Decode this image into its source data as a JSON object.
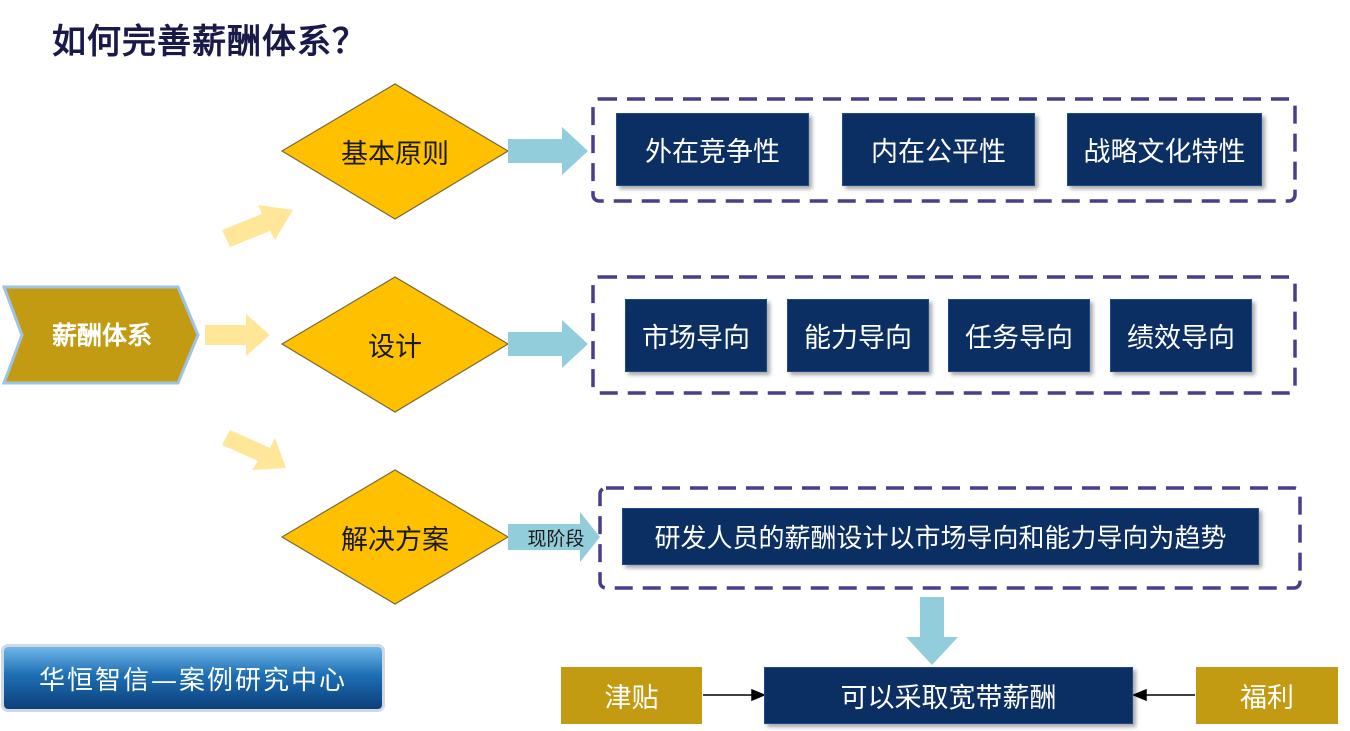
{
  "title": "如何完善薪酬体系？",
  "root": "薪酬体系",
  "branches": [
    {
      "label": "基本原则",
      "items": [
        "外在竞争性",
        "内在公平性",
        "战略文化特性"
      ]
    },
    {
      "label": "设计",
      "items": [
        "市场导向",
        "能力导向",
        "任务导向",
        "绩效导向"
      ]
    },
    {
      "label": "解决方案",
      "arrow_label": "现阶段",
      "items": [
        "研发人员的薪酬设计以市场导向和能力导向为趋势"
      ]
    }
  ],
  "result": {
    "main": "可以采取宽带薪酬",
    "left": "津贴",
    "right": "福利"
  },
  "badge": "华恒智信—案例研究中心",
  "colors": {
    "navy": "#0b2f62",
    "gold": "#c29b13",
    "diamond": "#ffc000",
    "arrow_blue": "#92cddc",
    "arrow_yellow": "#ffe699",
    "dash": "#4b3c8c"
  }
}
